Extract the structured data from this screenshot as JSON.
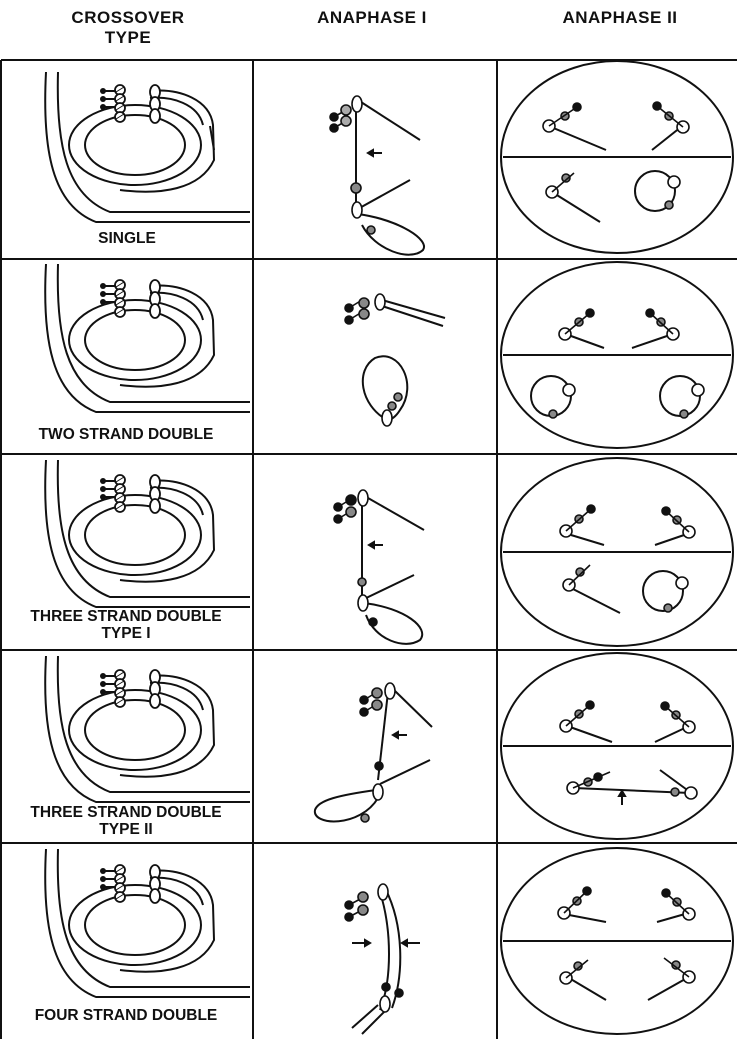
{
  "headers": {
    "crossover_type": [
      "CROSSOVER",
      "TYPE"
    ],
    "anaphase_1": "ANAPHASE I",
    "anaphase_2": "ANAPHASE II"
  },
  "rows": [
    {
      "label": [
        "SINGLE"
      ]
    },
    {
      "label": [
        "TWO STRAND DOUBLE"
      ]
    },
    {
      "label": [
        "THREE STRAND DOUBLE",
        "TYPE I"
      ]
    },
    {
      "label": [
        "THREE STRAND DOUBLE",
        "TYPE II"
      ]
    },
    {
      "label": [
        "FOUR STRAND DOUBLE"
      ]
    }
  ]
}
